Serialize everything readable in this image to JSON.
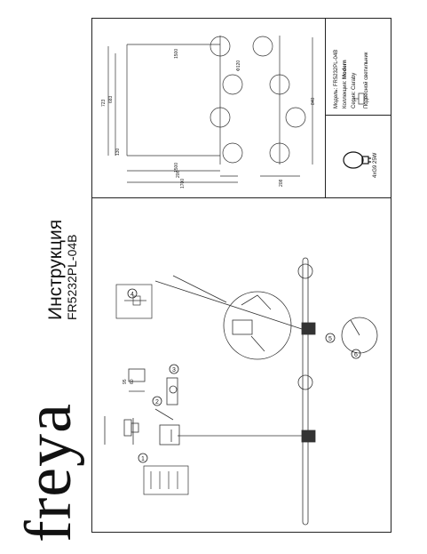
{
  "brand": {
    "name": "freya"
  },
  "document": {
    "title": "Инструкция",
    "model": "FR5232PL-04B"
  },
  "spec": {
    "model_label": "Модель:",
    "model_value": "FR5232PL-04B",
    "collection_label": "Коллекция:",
    "collection_value": "Modern",
    "series_label": "Серия:",
    "series_value": "Caraby",
    "type_value": "Подвесной светильник",
    "bulb_spec": "4xG9 25W"
  },
  "dimensions": {
    "length_top": "1500",
    "length_bottom": "1500",
    "total_length": "1700",
    "offset": "200",
    "height_a": "723",
    "height_b": "683",
    "height_c": "840",
    "canopy": "130",
    "depth": "208",
    "globe": "Ф120"
  },
  "callouts": [
    "1",
    "2",
    "3",
    "4",
    "5",
    "6"
  ],
  "detail_dims": {
    "a": "95",
    "b": "60"
  }
}
